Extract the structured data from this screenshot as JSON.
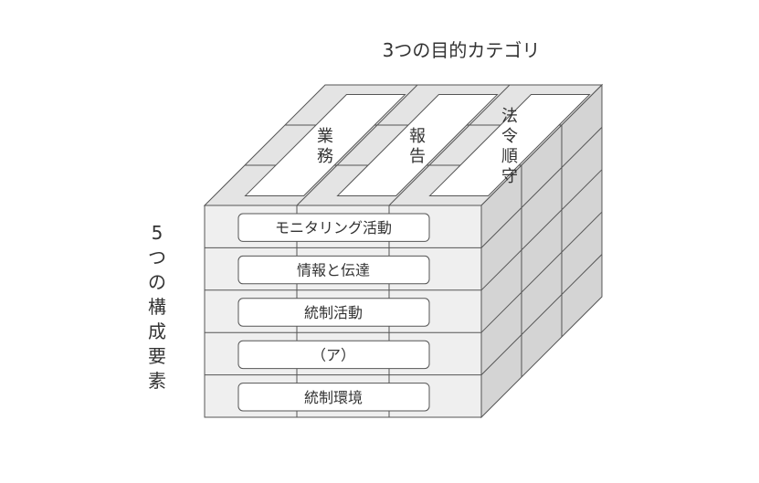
{
  "diagram": {
    "top_title": "3つの目的カテゴリ",
    "side_title": "5つの構成要素",
    "categories": [
      "業務",
      "報告",
      "法令順守"
    ],
    "components": [
      "モニタリング活動",
      "情報と伝達",
      "統制活動",
      "（ア）",
      "統制環境"
    ],
    "colors": {
      "front_face": "#efefef",
      "top_face": "#e4e4e4",
      "side_face": "#d4d4d4",
      "label_box": "#ffffff",
      "stroke": "#555555",
      "text": "#333333"
    }
  }
}
